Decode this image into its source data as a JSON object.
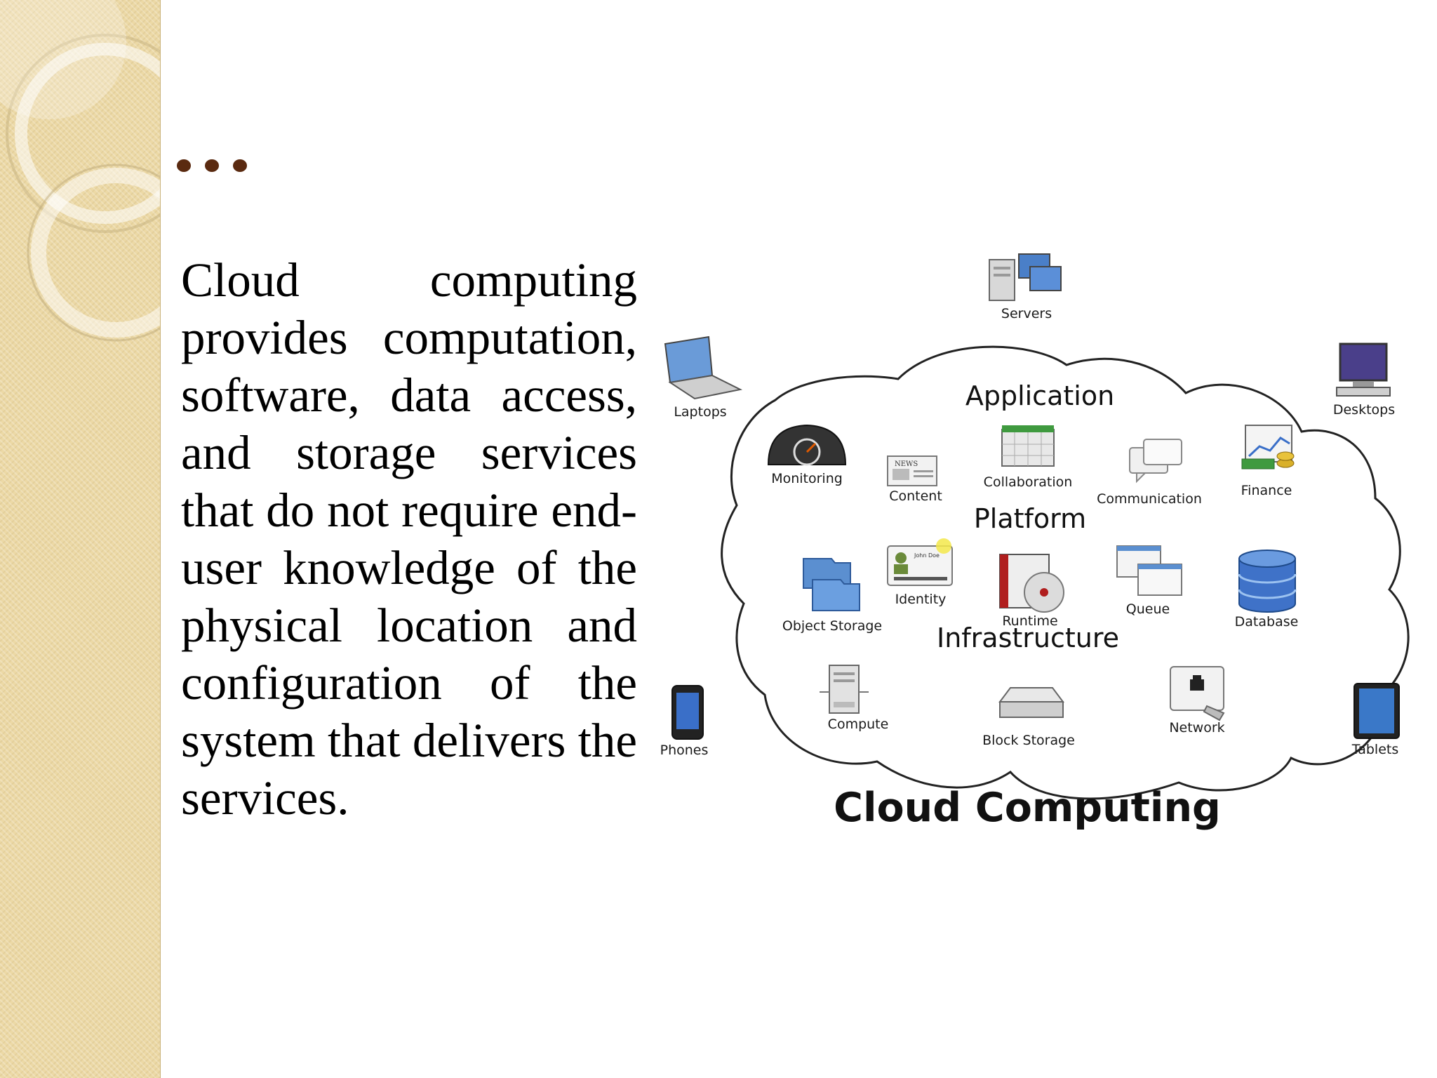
{
  "slide": {
    "heading": "…",
    "body": "Cloud computing provides computation, software, data access, and storage services that do not require end-user knowledge of the physical location and configuration of the system that delivers the services."
  },
  "diagram": {
    "title": "Cloud Computing",
    "sections": {
      "application": "Application",
      "platform": "Platform",
      "infrastructure": "Infrastructure"
    },
    "devices": {
      "servers": "Servers",
      "laptops": "Laptops",
      "desktops": "Desktops",
      "phones": "Phones",
      "tablets": "Tablets"
    },
    "application_items": {
      "monitoring": "Monitoring",
      "content": "Content",
      "collaboration": "Collaboration",
      "communication": "Communication",
      "finance": "Finance"
    },
    "platform_items": {
      "object_storage": "Object Storage",
      "identity": "Identity",
      "identity_card_name": "John Doe",
      "runtime": "Runtime",
      "queue": "Queue",
      "database": "Database"
    },
    "infrastructure_items": {
      "compute": "Compute",
      "block_storage": "Block Storage",
      "network": "Network"
    },
    "content_icon_text": "NEWS"
  },
  "colors": {
    "sidebar": "#ecd9a6",
    "bullet": "#5a2a10",
    "text": "#000000",
    "cloud_outline": "#222222"
  }
}
